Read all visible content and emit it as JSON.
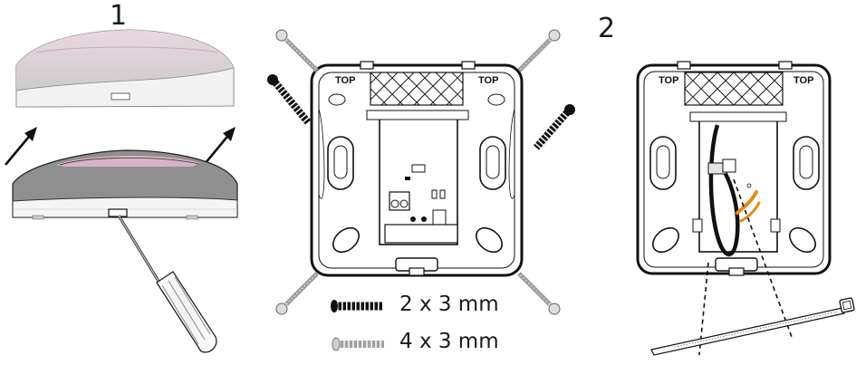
{
  "steps": {
    "step1": "1",
    "step2": "2"
  },
  "plate": {
    "top_label": "TOP"
  },
  "legend": {
    "big_screw": "2 x 3 mm",
    "small_screw": "4 x 3 mm"
  },
  "colors": {
    "cover_top": "#d9b2c5",
    "cover_body": "#8c8c8c",
    "cover_light": "#cdcdcd",
    "line": "#111111",
    "accent": "#e58a1f"
  }
}
